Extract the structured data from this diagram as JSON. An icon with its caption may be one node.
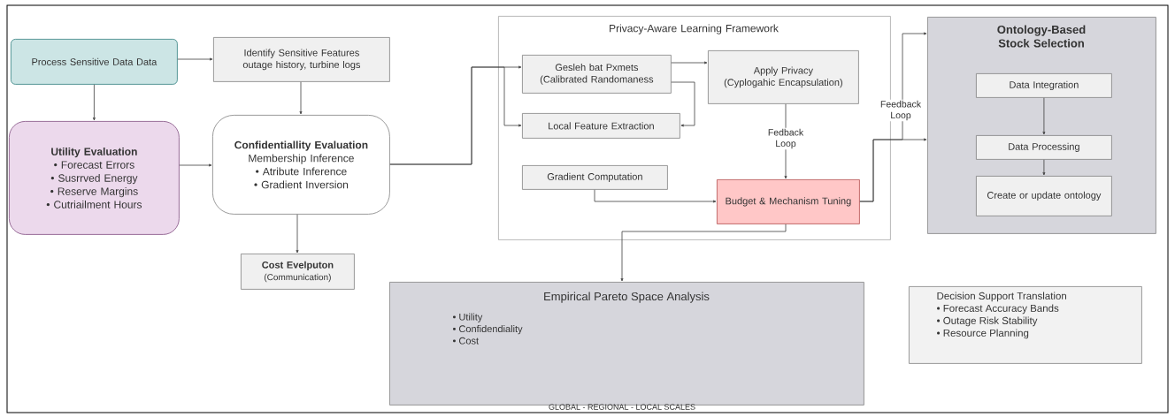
{
  "diagram": {
    "nodes": [
      {
        "text": [
          "Process Sensitive Data Data"
        ]
      },
      {
        "text": [
          "Identify Sensitive Features",
          "outage history, turbine logs"
        ]
      },
      {
        "text": [
          "Utility Evaluation",
          "• Forecast Errors",
          "• Susrrved Energy",
          "• Reserve Margins",
          "• Cutriailment Hours"
        ]
      },
      {
        "text": [
          "Confidentiallity Evaluation",
          "Membership Inference",
          "• Atribute Inference",
          "• Gradient Inversion"
        ]
      },
      {
        "text": [
          "Cost Evelputon",
          "(Communication)"
        ]
      },
      {
        "text": [
          "Privacy-Aware Learning Framework"
        ]
      },
      {
        "text": [
          "Gesleh bat Pxmets",
          "(Calibrated Randomaness"
        ],
        "in": 5
      },
      {
        "text": [
          "Apply Privacy",
          "(Cyplogahic Encapsulation)"
        ],
        "in": 5
      },
      {
        "text": [
          "Local Feature Extraction"
        ],
        "in": 5
      },
      {
        "text": [
          "Gradient Computation"
        ],
        "in": 5
      },
      {
        "text": [
          "Budget & Mechanism Tuning"
        ],
        "in": 5
      },
      {
        "text": [
          "Ontology-Based Stock Selection"
        ]
      },
      {
        "text": [
          "Data Integration"
        ],
        "in": 11
      },
      {
        "text": [
          "Data Processing"
        ],
        "in": 11
      },
      {
        "text": [
          "Create or update ontology"
        ],
        "in": 11
      },
      {
        "text": [
          "Empirical Pareto Space Analysis",
          "• Utility",
          "• Confidendiality",
          "• Cost"
        ]
      },
      {
        "text": [
          "Decision Support Translation",
          "• Forecast Accuracy Bands",
          "• Outage Risk Stability",
          "• Resource Planning"
        ]
      }
    ],
    "edges": [
      {
        "from": 0,
        "to": 1,
        "arrow": "to"
      },
      {
        "from": 0,
        "to": 2,
        "arrow": "to"
      },
      {
        "from": 1,
        "to": 3,
        "arrow": "to"
      },
      {
        "from": 2,
        "to": 3,
        "arrow": "to"
      },
      {
        "from": 3,
        "to": 4,
        "arrow": "to"
      },
      {
        "from": 3,
        "to": 6,
        "arrow": "to"
      },
      {
        "from": 3,
        "to": 8,
        "arrow": "to"
      },
      {
        "from": 6,
        "to": 7,
        "arrow": "to"
      },
      {
        "from": 6,
        "to": 8,
        "arrow": "to"
      },
      {
        "from": 7,
        "to": 10,
        "arrow": "to",
        "label": "Fedback Loop"
      },
      {
        "from": 9,
        "to": 10,
        "arrow": "to"
      },
      {
        "from": 10,
        "to": 15,
        "arrow": "to"
      },
      {
        "from": 10,
        "to": 11,
        "arrow": "to"
      },
      {
        "from": 10,
        "to": 11,
        "arrow": "to",
        "label": "Feedback Loop"
      },
      {
        "from": 12,
        "to": 13,
        "arrow": "to"
      },
      {
        "from": 13,
        "to": 14,
        "arrow": "to"
      }
    ],
    "labels": [
      "GLOBAL - REGIONAL - LOCAL SCALES"
    ]
  }
}
